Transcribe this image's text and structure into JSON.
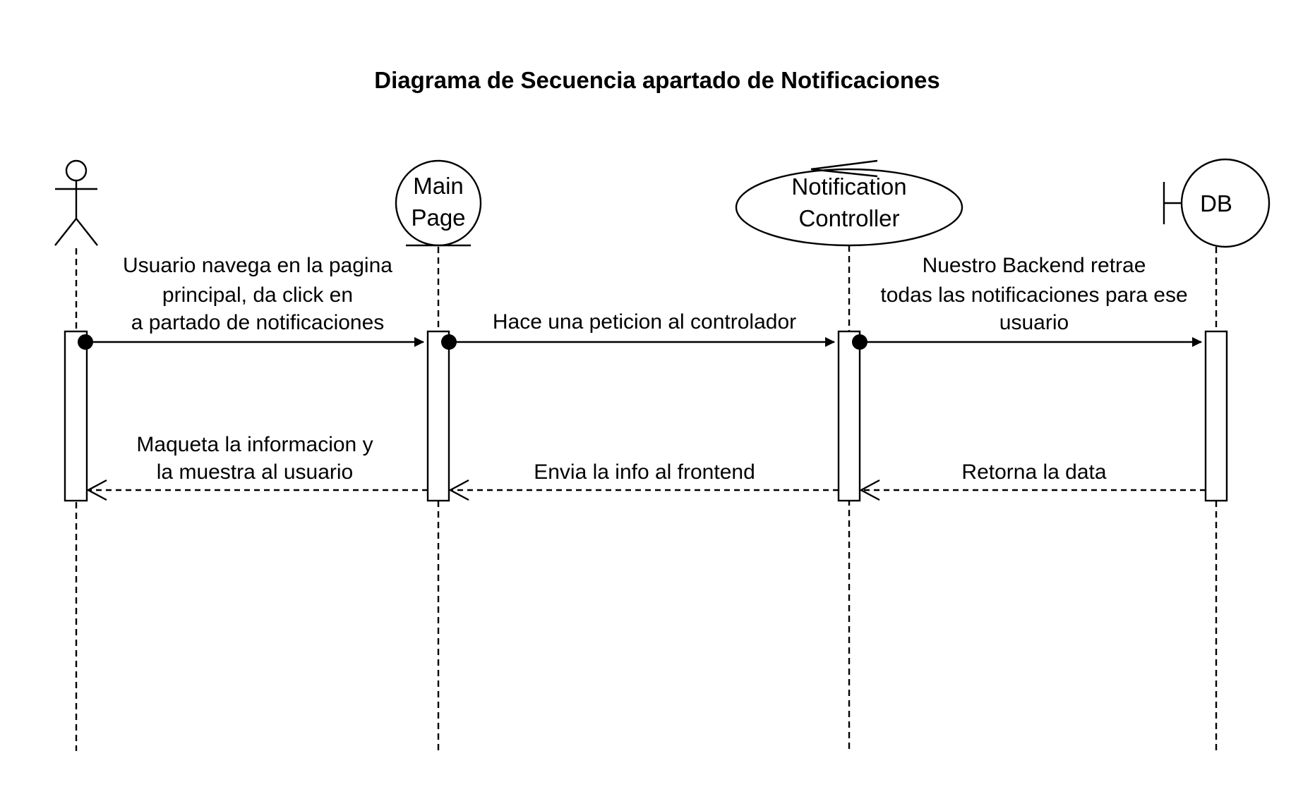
{
  "title": "Diagrama de Secuencia apartado de Notificaciones",
  "participants": [
    {
      "id": "user",
      "kind": "actor",
      "label": ""
    },
    {
      "id": "main_page",
      "kind": "entity",
      "label_lines": [
        "Main",
        "Page"
      ]
    },
    {
      "id": "notification_controller",
      "kind": "control",
      "label_lines": [
        "Notification",
        "Controller"
      ]
    },
    {
      "id": "db",
      "kind": "boundary",
      "label": "DB"
    }
  ],
  "messages": [
    {
      "from": "user",
      "to": "main_page",
      "type": "sync",
      "lines": [
        "Usuario navega en la pagina",
        "principal, da click en",
        "a partado de notificaciones"
      ]
    },
    {
      "from": "main_page",
      "to": "notification_controller",
      "type": "sync",
      "lines": [
        "Hace una peticion al controlador"
      ]
    },
    {
      "from": "notification_controller",
      "to": "db",
      "type": "sync",
      "lines": [
        "Nuestro Backend retrae",
        "todas las notificaciones para ese",
        "usuario"
      ]
    },
    {
      "from": "db",
      "to": "notification_controller",
      "type": "return",
      "lines": [
        "Retorna la data"
      ]
    },
    {
      "from": "notification_controller",
      "to": "main_page",
      "type": "return",
      "lines": [
        "Envia la info al frontend"
      ]
    },
    {
      "from": "main_page",
      "to": "user",
      "type": "return",
      "lines": [
        "Maqueta la informacion y",
        "la muestra al usuario"
      ]
    }
  ]
}
